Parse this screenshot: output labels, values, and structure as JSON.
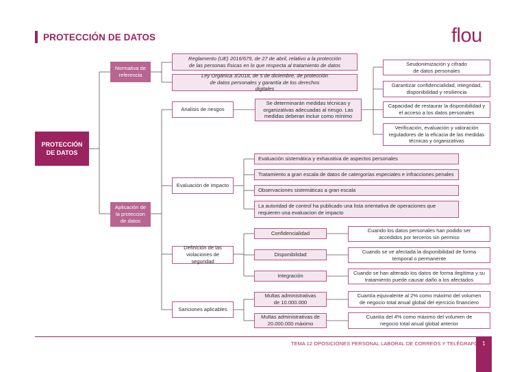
{
  "header": {
    "title": "PROTECCIÓN DE DATOS",
    "logo": "flou"
  },
  "root": {
    "label": "PROTECCIÓN DE DATOS"
  },
  "normativa": {
    "label": "Normativa de referencia",
    "items": [
      "Reglamento (UE) 2016/679, de 27 de abril, relativo a la protección de las personas físicas en lo que respecta al tratamiento de datos",
      "Ley Orgánica 3/2018, de 5 de diciembre, de protección de datos personales y garantía de los derechos digitales"
    ]
  },
  "aplicacion": {
    "label": "Aplicación de la proteccion de datos"
  },
  "analisis": {
    "label": "Analisis de riesgos",
    "description": "Se determinarán medidas técnicas y organizativas adecuadas al riesgo. Las medidas deberan incluir como mínimo",
    "measures": [
      "Seudonimización y cifrado de datos personales",
      "Garantizar confidencialidad, integridad, disponibilidad y resiliencia",
      "Capacidad de restaurar la disponibilidad y el acceso a los datos personales",
      "Verificación, evaluación y valoración reguladores de la eficacia de las medidas técnicas y organizativas"
    ]
  },
  "evaluacion": {
    "label": "Evaluación de impacto",
    "items": [
      "Evaluación sistemática y exhaustiva de aspectos personales",
      "Tratamiento a gran escala de datos de catergorías especiales e infracciones penales",
      "Observaciones sistemáticas a gran escala",
      "La autoridad de control ha publicado una lista orientativa de operaciones que requieren una evaluacion de impacto"
    ]
  },
  "violaciones": {
    "label": "Definición de las violaciones de seguridad",
    "items": [
      {
        "name": "Confidencialidad",
        "desc": "Cuando los datos personales han podido ser accedidos por terceros sin permiso"
      },
      {
        "name": "Disponibilidad",
        "desc": "Cuando se ve afectada la disponibilidad de forma temporal o permanente"
      },
      {
        "name": "Integración",
        "desc": "Cuando se han alterado los datos de forma ilegítima y su tratamiento puede causar daño a los afectados"
      }
    ]
  },
  "sanciones": {
    "label": "Sanciones aplicables",
    "items": [
      {
        "name": "Multas administrativas de 10.000.000",
        "desc": "Cuantía equivalente al 2% como máximo del volumen de negocio total anual global del ejercicio financiero"
      },
      {
        "name": "Multas administrativas de 20.000.000 máximo",
        "desc": "Cuantía del 4% como máximo del volumen de negocio total anual global anterior"
      }
    ]
  },
  "footer": {
    "text": "TEMA 12   OPOSICIONES PERSONAL LABORAL DE CORREOS Y TELÉGRAFOS",
    "page": "1"
  },
  "colors": {
    "accent": "#9b2360",
    "secondary": "#b86592",
    "box_fill": "#f4e6ef",
    "connector": "#555555"
  }
}
